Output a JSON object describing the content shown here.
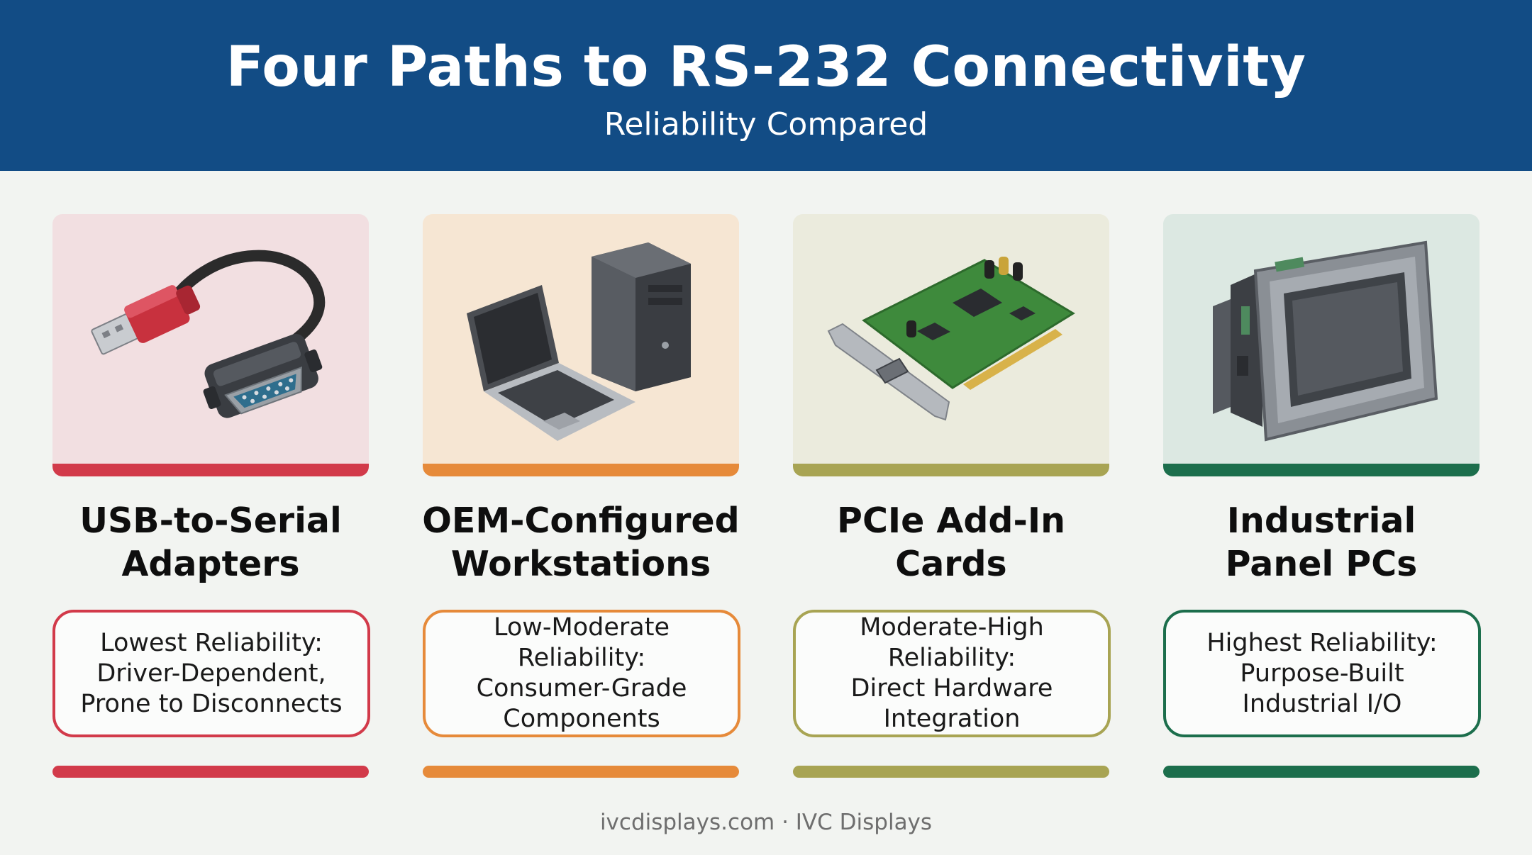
{
  "header": {
    "title": "Four Paths to RS-232 Connectivity",
    "subtitle": "Reliability Compared"
  },
  "cards": [
    {
      "title": "USB-to-Serial\nAdapters",
      "reliability": "Lowest Reliability:\nDriver-Dependent,\nProne to Disconnects",
      "accent": "#d23a4a",
      "bg": "#f2dfe1",
      "icon": "usb-serial-adapter-icon"
    },
    {
      "title": "OEM-Configured\nWorkstations",
      "reliability": "Low-Moderate Reliability:\nConsumer-Grade\nComponents",
      "accent": "#e68a3a",
      "bg": "#f6e6d3",
      "icon": "laptop-and-tower-icon"
    },
    {
      "title": "PCIe Add-In\nCards",
      "reliability": "Moderate-High Reliability:\nDirect Hardware\nIntegration",
      "accent": "#a8a453",
      "bg": "#ebebdd",
      "icon": "pcie-card-icon"
    },
    {
      "title": "Industrial\nPanel PCs",
      "reliability": "Highest Reliability:\nPurpose-Built\nIndustrial I/O",
      "accent": "#1c6e4c",
      "bg": "#dce8e2",
      "icon": "industrial-panel-pc-icon"
    }
  ],
  "footer": "ivcdisplays.com · IVC Displays"
}
